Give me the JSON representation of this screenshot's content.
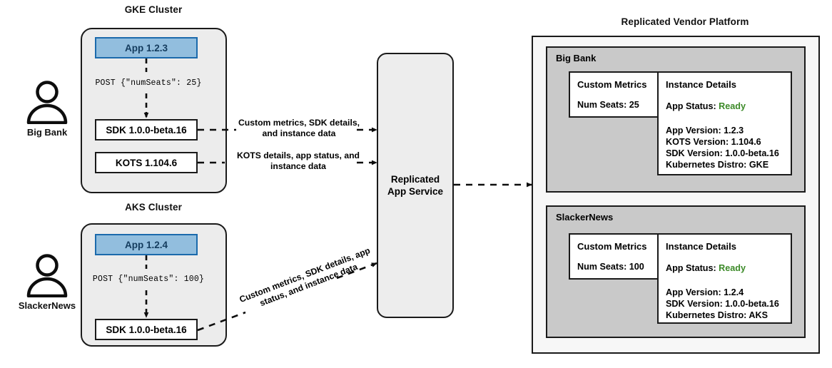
{
  "diagram": {
    "title_gke": "GKE Cluster",
    "title_aks": "AKS Cluster",
    "title_platform": "Replicated Vendor Platform"
  },
  "actors": [
    {
      "name": "Big Bank",
      "icon": "person-icon"
    },
    {
      "name": "SlackerNews",
      "icon": "person-icon"
    }
  ],
  "gke_cluster": {
    "app": "App 1.2.3",
    "post": "POST {\"numSeats\": 25}",
    "sdk": "SDK 1.0.0-beta.16",
    "kots": "KOTS 1.104.6"
  },
  "aks_cluster": {
    "app": "App 1.2.4",
    "post": "POST {\"numSeats\": 100}",
    "sdk": "SDK 1.0.0-beta.16"
  },
  "service": {
    "line1": "Replicated",
    "line2": "App Service"
  },
  "edges": {
    "sdk_to_service": "Custom metrics, SDK details, and instance data",
    "kots_to_service": "KOTS details, app status, and instance data",
    "aks_to_service": "Custom metrics, SDK details, app status, and instance data"
  },
  "platform": {
    "tenants": [
      {
        "name": "Big Bank",
        "metrics": {
          "heading": "Custom Metrics",
          "seats_label": "Num Seats: 25"
        },
        "details": {
          "heading": "Instance Details",
          "status_label": "App Status:",
          "status_value": "Ready",
          "lines": [
            "App Version: 1.2.3",
            "KOTS Version: 1.104.6",
            "SDK Version: 1.0.0-beta.16",
            "Kubernetes Distro: GKE"
          ]
        }
      },
      {
        "name": "SlackerNews",
        "metrics": {
          "heading": "Custom Metrics",
          "seats_label": "Num Seats: 100"
        },
        "details": {
          "heading": "Instance Details",
          "status_label": "App Status:",
          "status_value": "Ready",
          "lines": [
            "App Version: 1.2.4",
            "SDK Version: 1.0.0-beta.16",
            "Kubernetes Distro: AKS"
          ]
        }
      }
    ]
  },
  "colors": {
    "app_fill": "#92BEDE",
    "app_border": "#1B6AAC",
    "cluster_fill": "#ECECEC",
    "tenant_fill": "#C9C9C9",
    "platform_fill": "#F7F7F7",
    "status_ready": "#3C8A28",
    "stroke": "#1A1A1A"
  }
}
